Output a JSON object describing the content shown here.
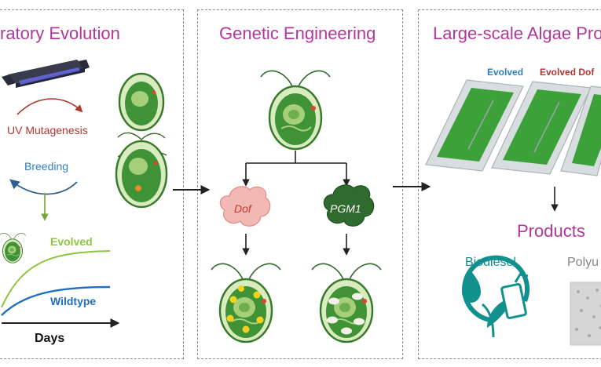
{
  "panels": {
    "evolution": {
      "title": "ratory Evolution",
      "uv_label": "UV Mutagenesis",
      "breeding_label": "Breeding",
      "evolved_label": "Evolved",
      "wildtype_label": "Wildtype",
      "x_axis_label": "Days"
    },
    "engineering": {
      "title": "Genetic Engineering",
      "gene_left": "Dof",
      "gene_right": "PGM1"
    },
    "production": {
      "title": "Large-scale Algae Pro",
      "pond_left_label": "Evolved",
      "pond_right_label": "Evolved Dof",
      "products_title": "Products",
      "product_1": "Biodiesel",
      "product_2": "Polyu"
    }
  },
  "colors": {
    "title": "#b3369a",
    "uv": "#b0362f",
    "breeding": "#2f7fc1",
    "evolved": "#8cc63f",
    "wildtype": "#1f6fbf",
    "dof": "#c0392b",
    "pgm1": "#ffffff",
    "pond_green": "#3da13a",
    "biodiesel": "#12908e"
  }
}
